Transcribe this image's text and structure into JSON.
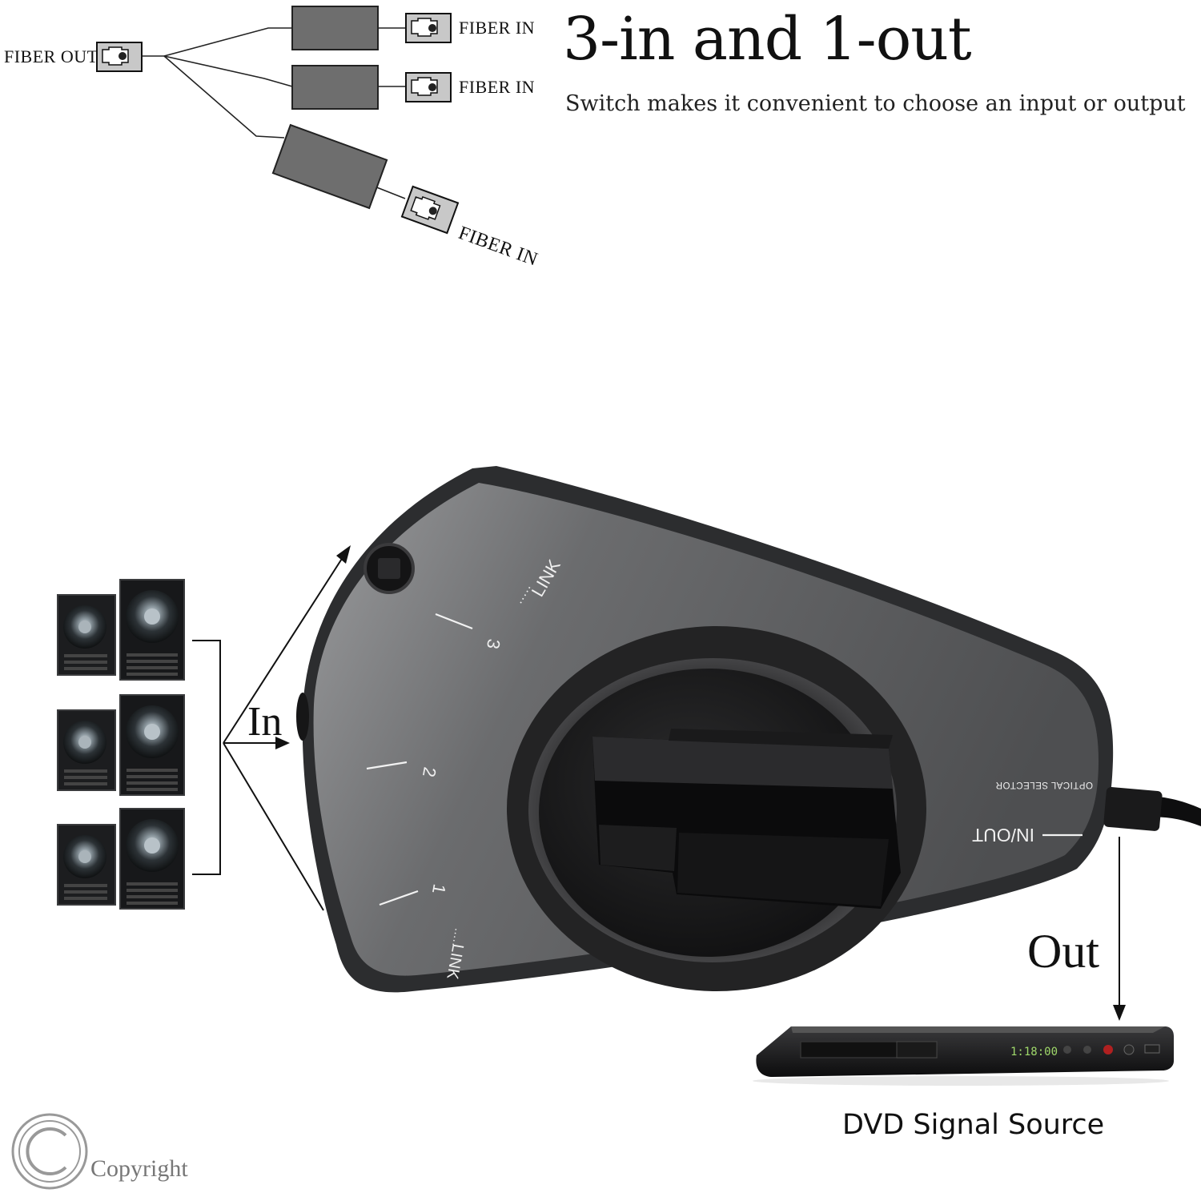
{
  "headline": "3-in and 1-out",
  "subheadline": "Switch makes it convenient to choose an input or output",
  "diagram": {
    "output_label": "FIBER OUT",
    "input_labels": [
      "FIBER IN",
      "FIBER IN",
      "FIBER IN"
    ]
  },
  "device": {
    "port_marks": [
      "1",
      "2",
      "3"
    ],
    "link_labels": [
      "LINK",
      "LINK"
    ],
    "brand_text": "OPTICAL SELECTOR",
    "inout_label": "IN/OUT"
  },
  "flow": {
    "in_label": "In",
    "out_label": "Out"
  },
  "dvd_caption": "DVD Signal Source",
  "dvd_display": "1:18:00",
  "copyright": "Copyright",
  "colors": {
    "device_body": "#5f6062",
    "knob": "#1b1b1c",
    "port_box": "#6e6e6e"
  }
}
